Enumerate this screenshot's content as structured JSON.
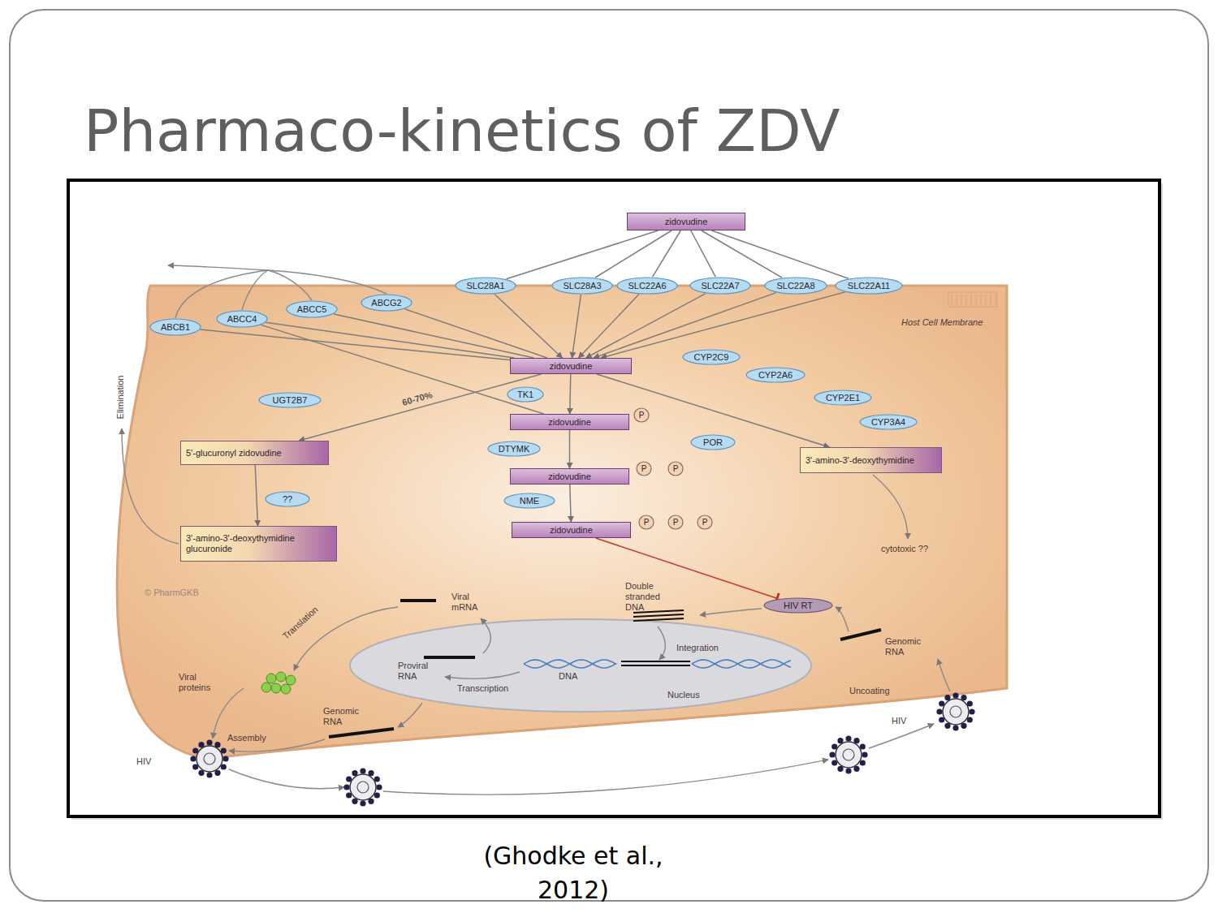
{
  "diagram": {
    "title": "Pharmaco-kinetics of ZDV",
    "caption": "(Ghodke et al., 2012)",
    "nodes": [
      {
        "text": [
          "Host Cell Membrane"
        ]
      },
      {
        "text": [
          "zidovudine"
        ]
      },
      {
        "text": [
          "SLC28A1"
        ],
        "in": 0
      },
      {
        "text": [
          "SLC28A3"
        ],
        "in": 0
      },
      {
        "text": [
          "SLC22A6"
        ],
        "in": 0
      },
      {
        "text": [
          "SLC22A7"
        ],
        "in": 0
      },
      {
        "text": [
          "SLC22A8"
        ],
        "in": 0
      },
      {
        "text": [
          "SLC22A11"
        ],
        "in": 0
      },
      {
        "text": [
          "ABCB1"
        ],
        "in": 0
      },
      {
        "text": [
          "ABCC4"
        ],
        "in": 0
      },
      {
        "text": [
          "ABCC5"
        ],
        "in": 0
      },
      {
        "text": [
          "ABCG2"
        ],
        "in": 0
      },
      {
        "text": [
          "zidovudine"
        ],
        "in": 0
      },
      {
        "text": [
          "TK1"
        ],
        "in": 0
      },
      {
        "text": [
          "zidovudine"
        ],
        "in": 0
      },
      {
        "text": [
          "P"
        ],
        "in": 0
      },
      {
        "text": [
          "DTYMK"
        ],
        "in": 0
      },
      {
        "text": [
          "zidovudine"
        ],
        "in": 0
      },
      {
        "text": [
          "P"
        ],
        "in": 0
      },
      {
        "text": [
          "P"
        ],
        "in": 0
      },
      {
        "text": [
          "NME"
        ],
        "in": 0
      },
      {
        "text": [
          "zidovudine"
        ],
        "in": 0
      },
      {
        "text": [
          "P"
        ],
        "in": 0
      },
      {
        "text": [
          "P"
        ],
        "in": 0
      },
      {
        "text": [
          "P"
        ],
        "in": 0
      },
      {
        "text": [
          "UGT2B7"
        ],
        "in": 0
      },
      {
        "text": [
          "5'-glucuronyl zidovudine"
        ],
        "in": 0
      },
      {
        "text": [
          "??"
        ],
        "in": 0
      },
      {
        "text": [
          "3'-amino-3'-deoxythymidine glucuronide"
        ],
        "in": 0
      },
      {
        "text": [
          "CYP2C9"
        ],
        "in": 0
      },
      {
        "text": [
          "CYP2A6"
        ],
        "in": 0
      },
      {
        "text": [
          "POR"
        ],
        "in": 0
      },
      {
        "text": [
          "CYP2E1"
        ],
        "in": 0
      },
      {
        "text": [
          "CYP3A4"
        ],
        "in": 0
      },
      {
        "text": [
          "3'-amino-3'-deoxythymidine"
        ],
        "in": 0
      },
      {
        "text": [
          "HIV RT"
        ],
        "in": 0
      },
      {
        "text": [
          "Nucleus"
        ],
        "in": 0
      }
    ],
    "edges": [
      {
        "from": 1,
        "to": 2,
        "arrow": "none"
      },
      {
        "from": 1,
        "to": 3,
        "arrow": "none"
      },
      {
        "from": 1,
        "to": 4,
        "arrow": "none"
      },
      {
        "from": 1,
        "to": 5,
        "arrow": "none"
      },
      {
        "from": 1,
        "to": 6,
        "arrow": "none"
      },
      {
        "from": 1,
        "to": 7,
        "arrow": "none"
      },
      {
        "from": 2,
        "to": 12,
        "arrow": "to"
      },
      {
        "from": 3,
        "to": 12,
        "arrow": "to"
      },
      {
        "from": 4,
        "to": 12,
        "arrow": "to"
      },
      {
        "from": 5,
        "to": 12,
        "arrow": "to"
      },
      {
        "from": 6,
        "to": 12,
        "arrow": "to"
      },
      {
        "from": 7,
        "to": 12,
        "arrow": "to"
      },
      {
        "from": 12,
        "to": 8,
        "arrow": "none"
      },
      {
        "from": 12,
        "to": 9,
        "arrow": "none"
      },
      {
        "from": 12,
        "to": 10,
        "arrow": "none"
      },
      {
        "from": 12,
        "to": 11,
        "arrow": "none"
      },
      {
        "from": 14,
        "to": 9,
        "arrow": "none"
      },
      {
        "from": 12,
        "to": 14,
        "arrow": "to"
      },
      {
        "from": 14,
        "to": 17,
        "arrow": "to"
      },
      {
        "from": 17,
        "to": 21,
        "arrow": "to"
      },
      {
        "from": 12,
        "to": 26,
        "label": "60-70%",
        "arrow": "to"
      },
      {
        "from": 26,
        "to": 28,
        "arrow": "to"
      },
      {
        "from": 12,
        "to": 34,
        "arrow": "to"
      },
      {
        "from": 21,
        "to": 35,
        "arrow": "to"
      }
    ],
    "labels": [
      "Elimination",
      "cytotoxic ??",
      "© PharmGKB",
      "Viral mRNA",
      "Translation",
      "Viral proteins",
      "Assembly",
      "HIV",
      "Genomic RNA",
      "Proviral RNA",
      "DNA",
      "Transcription",
      "Double stranded DNA",
      "Integration",
      "Genomic RNA",
      "Uncoating",
      "HIV"
    ]
  }
}
